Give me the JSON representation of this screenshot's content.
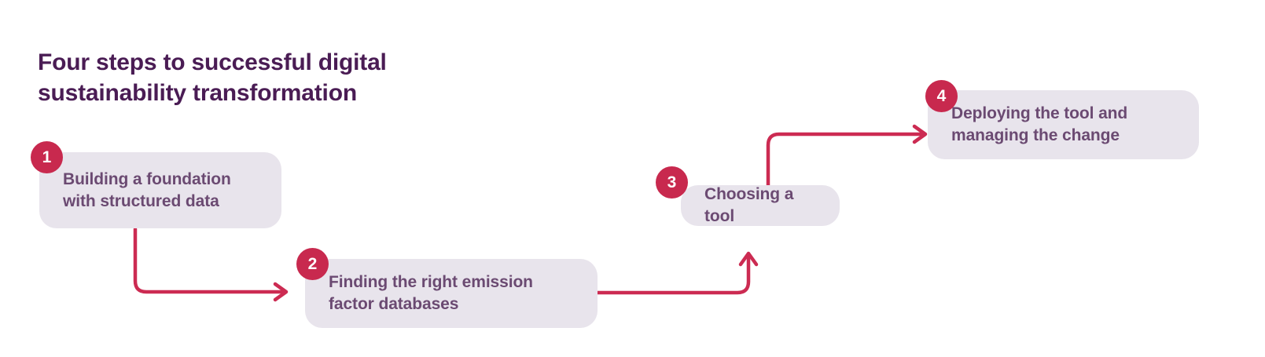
{
  "title": "Four steps to successful digital\nsustainability transformation",
  "colors": {
    "title_purple": "#4a1c54",
    "body_purple": "#6b4a72",
    "badge_red": "#c8294e",
    "connector_red": "#cc2b52",
    "box_fill": "#e8e4ec",
    "background": "#ffffff"
  },
  "steps": [
    {
      "number": "1",
      "label": "Building a foundation\nwith structured data"
    },
    {
      "number": "2",
      "label": "Finding the right emission\nfactor databases"
    },
    {
      "number": "3",
      "label": "Choosing a tool"
    },
    {
      "number": "4",
      "label": "Deploying the tool and\nmanaging the change"
    }
  ],
  "connectors": [
    {
      "name": "step1-to-step2",
      "from": "1",
      "to": "2",
      "direction": "right"
    },
    {
      "name": "step2-to-step3",
      "from": "2",
      "to": "3",
      "direction": "up"
    },
    {
      "name": "step3-to-step4",
      "from": "3",
      "to": "4",
      "direction": "right"
    }
  ]
}
